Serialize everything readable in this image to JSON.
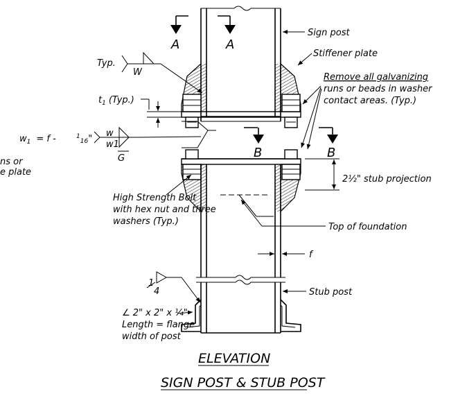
{
  "section_a_label": "A",
  "section_b_label": "B",
  "labels": {
    "sign_post": "Sign post",
    "stiffener_plate": "Stiffener plate",
    "galv_note_1": "Remove all galvanizing",
    "galv_note_2": "runs or beads in washer",
    "galv_note_3": "contact areas.  (Typ.)",
    "typ": "Typ.",
    "weld_w": "W",
    "t1_typ": "(Typ.)",
    "w1_formula_lhs": "w",
    "w1_formula_rhs": "= f -",
    "w1_fraction": "16",
    "weld_w_lower": "w",
    "weld_w1": "w1",
    "weld_g": "G",
    "left_cut_1": "ns or",
    "left_cut_2": "e plate",
    "stub_projection": "2½\" stub projection",
    "hs_bolt_1": "High Strength Bolt",
    "hs_bolt_2": "with hex nut and three",
    "hs_bolt_3": "washers  (Typ.)",
    "top_foundation": "Top of foundation",
    "f_label": "f",
    "weld_quarter": "¼",
    "stub_post": "Stub post",
    "angle_1": "∠ 2\" x 2\" x ¼\"",
    "angle_2": "Length = flange",
    "angle_3": "width of post",
    "title_1": "ELEVATION",
    "title_2": "SIGN POST & STUB POST"
  }
}
